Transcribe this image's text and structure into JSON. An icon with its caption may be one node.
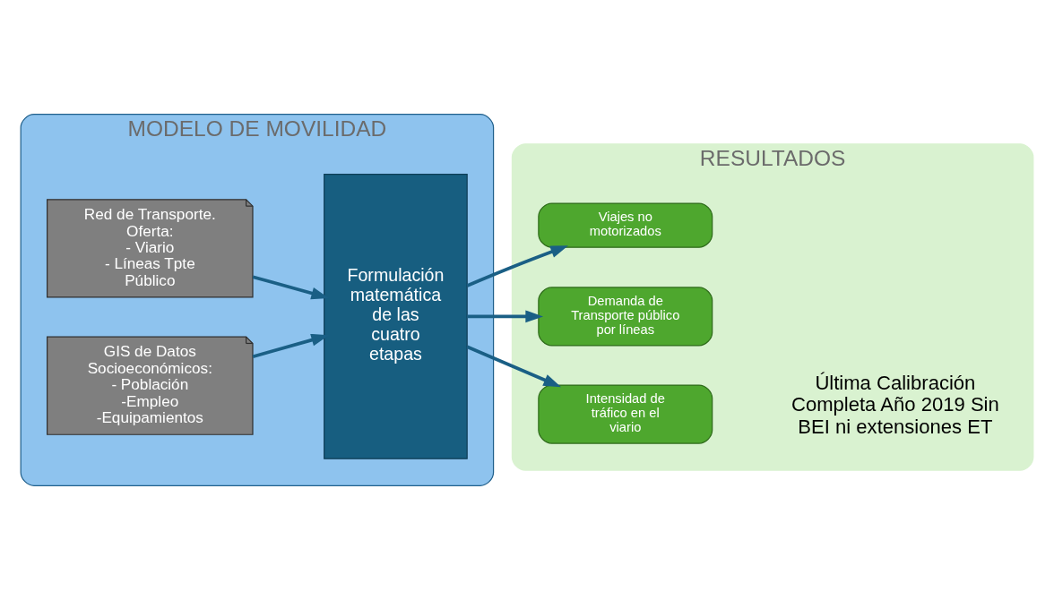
{
  "diagram": {
    "nodes": [
      {
        "text": [
          "MODELO DE MOVILIDAD"
        ]
      },
      {
        "text": [
          "Red de Transporte. Oferta:",
          "- Viario",
          "- Líneas Tpte Público"
        ],
        "in": 0
      },
      {
        "text": [
          "GIS de Datos Socioeconómicos:",
          "- Población",
          "-Empleo",
          "-Equipamientos"
        ],
        "in": 0
      },
      {
        "text": [
          "Formulación matemática de las cuatro etapas"
        ],
        "in": 0
      },
      {
        "text": [
          "RESULTADOS"
        ]
      },
      {
        "text": [
          "Viajes no motorizados"
        ],
        "in": 4
      },
      {
        "text": [
          "Demanda de Transporte público por líneas"
        ],
        "in": 4
      },
      {
        "text": [
          "Intensidad de tráfico en el viario"
        ],
        "in": 4
      }
    ],
    "edges": [
      {
        "from": 1,
        "to": 3,
        "arrow": "to"
      },
      {
        "from": 2,
        "to": 3,
        "arrow": "to"
      },
      {
        "from": 3,
        "to": 5,
        "arrow": "to"
      },
      {
        "from": 3,
        "to": 6,
        "arrow": "to"
      },
      {
        "from": 3,
        "to": 7,
        "arrow": "to"
      }
    ],
    "labels": [
      "Última Calibración Completa Año 2019 Sin BEI ni extensiones ET"
    ]
  }
}
